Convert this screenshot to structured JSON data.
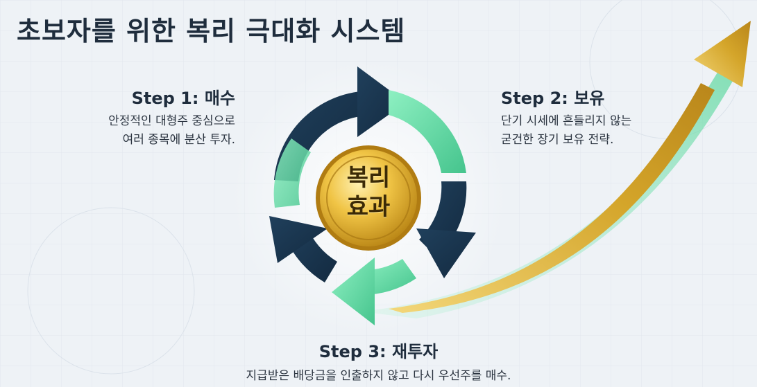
{
  "title": "초보자를 위한 복리 극대화 시스템",
  "steps": [
    {
      "title": "Step 1: 매수",
      "desc_lines": [
        "안정적인 대형주 중심으로",
        "여러 종목에 분산 투자."
      ]
    },
    {
      "title": "Step 2: 보유",
      "desc_lines": [
        "단기 시세에 흔들리지 않는",
        "굳건한 장기 보유 전략."
      ]
    },
    {
      "title": "Step 3: 재투자",
      "desc_lines": [
        "지급받은 배당금을 인출하지 않고 다시 우선주를 매수."
      ]
    }
  ],
  "center": {
    "lines": [
      "복리",
      "효과"
    ]
  },
  "colors": {
    "navy": "#1b3550",
    "green": "#5fd8a0",
    "gold": "#d4a52a",
    "text": "#1f2d3d"
  }
}
